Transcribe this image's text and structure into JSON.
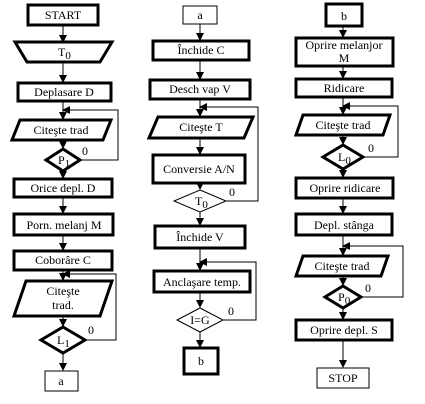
{
  "column1": {
    "start": "START",
    "t0": "T",
    "t0_sub": "0",
    "deplasare": "Deplasare D",
    "citeste_trad": "Citeşte trad",
    "p1": "P",
    "p1_sub": "1",
    "p1_zero": "0",
    "orice_depl": "Orice depl. D",
    "porn_melanj": "Porn. melanj M",
    "coborare": "Coborâre C",
    "citeste2_line1": "Citeşte",
    "citeste2_line2": "trad.",
    "l1": "L",
    "l1_sub": "1",
    "l1_zero": "0",
    "connector_a": "a"
  },
  "column2": {
    "connector_a": "a",
    "inchide_c": "Închide C",
    "desch_vap": "Desch vap V",
    "citeste_t": "Citeşte T",
    "conversie": "Conversie A/N",
    "t0": "T",
    "t0_sub": "0",
    "t0_zero": "0",
    "inchide_v": "Închide V",
    "anclasare": "Anclaşare temp.",
    "ig": "I=G",
    "ig_zero": "0",
    "connector_b": "b"
  },
  "column3": {
    "connector_b": "b",
    "oprire_melanjor_l1": "Oprire melanjor",
    "oprire_melanjor_l2": "M",
    "ridicare": "Ridicare",
    "citeste_trad": "Citeşte trad",
    "l0": "L",
    "l0_sub": "0",
    "l0_zero": "0",
    "oprire_ridicare": "Oprire ridicare",
    "depl_stanga": "Depl. stânga",
    "citeste_trad2": "Citeşte trad",
    "p0": "P",
    "p0_sub": "0",
    "p0_zero": "0",
    "oprire_depl": "Oprire depl. S",
    "stop": "STOP"
  }
}
